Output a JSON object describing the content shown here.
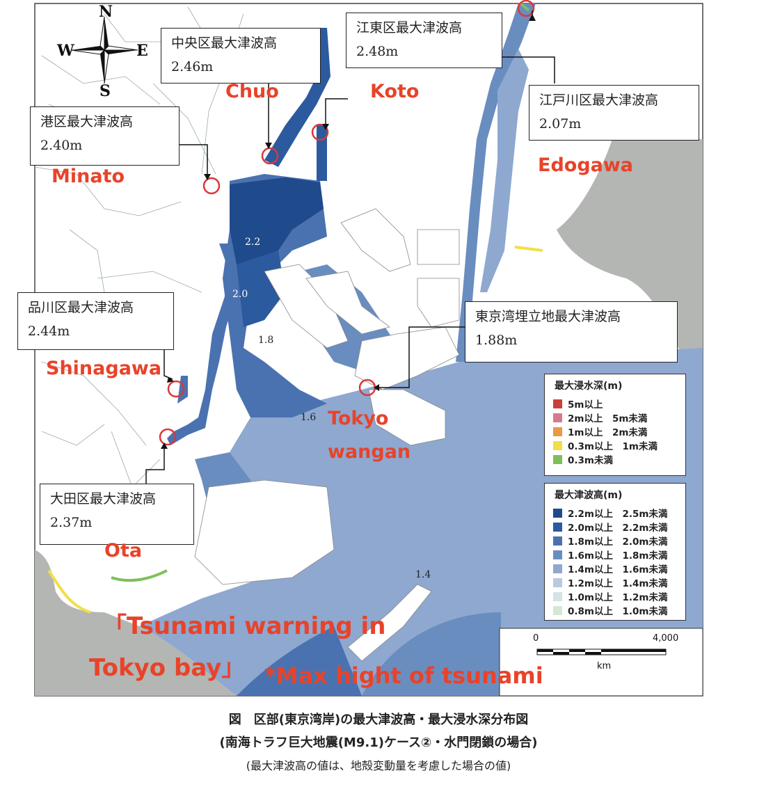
{
  "compass": {
    "n": "N",
    "s": "S",
    "e": "E",
    "w": "W"
  },
  "callouts": {
    "chuo": {
      "title": "中央区最大津波高",
      "value": "2.46m"
    },
    "koto": {
      "title": "江東区最大津波高",
      "value": "2.48m"
    },
    "edogawa": {
      "title": "江戸川区最大津波高",
      "value": "2.07m"
    },
    "minato": {
      "title": "港区最大津波高",
      "value": "2.40m"
    },
    "shinagawa": {
      "title": "品川区最大津波高",
      "value": "2.44m"
    },
    "wangan": {
      "title": "東京湾埋立地最大津波高",
      "value": "1.88m"
    },
    "ota": {
      "title": "大田区最大津波高",
      "value": "2.37m"
    }
  },
  "ward_labels": {
    "chuo": "Chuo",
    "koto": "Koto",
    "edogawa": "Edogawa",
    "minato": "Minato",
    "shinagawa": "Shinagawa",
    "tokyo_wangan_1": "Tokyo",
    "tokyo_wangan_2": "wangan",
    "ota": "Ota"
  },
  "contours": {
    "c22": "2.2",
    "c20": "2.0",
    "c18": "1.8",
    "c16": "1.6",
    "c14": "1.4"
  },
  "legend_depth": {
    "title": "最大浸水深(m)",
    "items": [
      {
        "label": "5m以上",
        "color": "#c8403a"
      },
      {
        "label": "2m以上　5m未満",
        "color": "#d67a8e"
      },
      {
        "label": "1m以上　2m未満",
        "color": "#e89a45"
      },
      {
        "label": "0.3m以上　1m未満",
        "color": "#f2df45"
      },
      {
        "label": "0.3m未満",
        "color": "#7fbf5a"
      }
    ]
  },
  "legend_height": {
    "title": "最大津波高(m)",
    "items": [
      {
        "label": "2.2m以上　2.5m未満",
        "color": "#1f4a8c"
      },
      {
        "label": "2.0m以上　2.2m未満",
        "color": "#2b5a9e"
      },
      {
        "label": "1.8m以上　2.0m未満",
        "color": "#4a72b0"
      },
      {
        "label": "1.6m以上　1.8m未満",
        "color": "#6a8dc0"
      },
      {
        "label": "1.4m以上　1.6m未満",
        "color": "#8ea8d0"
      },
      {
        "label": "1.2m以上　1.4m未満",
        "color": "#b9c9e0"
      },
      {
        "label": "1.0m以上　1.2m未満",
        "color": "#d6e3e4"
      },
      {
        "label": "0.8m以上　1.0m未満",
        "color": "#d5e8d4"
      }
    ]
  },
  "scale": {
    "start": "0",
    "end": "4,000",
    "unit": "km"
  },
  "overlay_text": {
    "line1": "「Tsunami warning in",
    "line2": "Tokyo bay」",
    "line3": "*Max hight of tsunami"
  },
  "caption": {
    "line1": "図　区部(東京湾岸)の最大津波高・最大浸水深分布図",
    "line2": "(南海トラフ巨大地震(M9.1)ケース②・水門閉鎖の場合)",
    "line3": "(最大津波高の値は、地殻変動量を考慮した場合の値)"
  },
  "colors": {
    "accent": "#e8432a",
    "land_gray": "#b4b6b3",
    "water_base": "#8ea8d0"
  }
}
